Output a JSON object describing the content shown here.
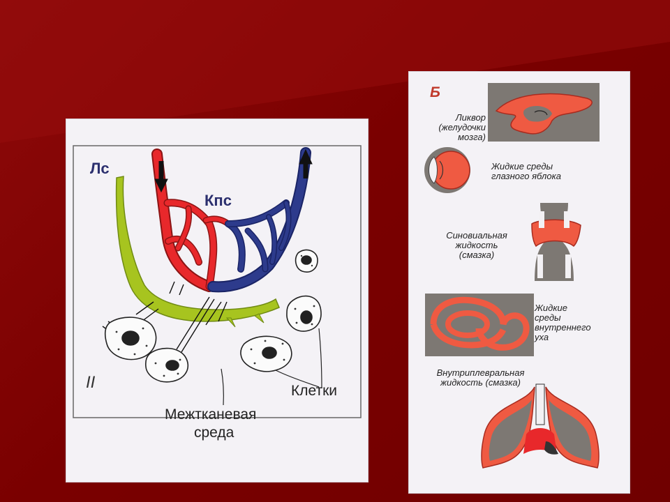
{
  "colors": {
    "background": "#7a0000",
    "panel": "#f4f2f6",
    "arterial_red": "#e8282b",
    "venous_blue": "#2d3b8c",
    "lymph_green": "#a7c41f",
    "fluid_orange": "#ef5a42",
    "tissue_gray": "#7d7873"
  },
  "left_diagram": {
    "label_ls": "Лс",
    "label_kps": "Кпс",
    "label_roman": "II",
    "label_cells": "Клетки",
    "label_interstitial_line1": "Межтканевая",
    "label_interstitial_line2": "среда"
  },
  "right_diagram": {
    "letter": "Б",
    "items": [
      {
        "lines": [
          "Ликвор",
          "(желудочки",
          "мозга)"
        ]
      },
      {
        "lines": [
          "Жидкие среды",
          "глазного яблока"
        ]
      },
      {
        "lines": [
          "Синовиальная",
          "жидкость",
          "(смазка)"
        ]
      },
      {
        "lines": [
          "Жидкие",
          "среды",
          "внутреннего",
          "уха"
        ]
      },
      {
        "lines": [
          "Внутриплевральная",
          "жидкость (смазка)"
        ]
      }
    ]
  }
}
